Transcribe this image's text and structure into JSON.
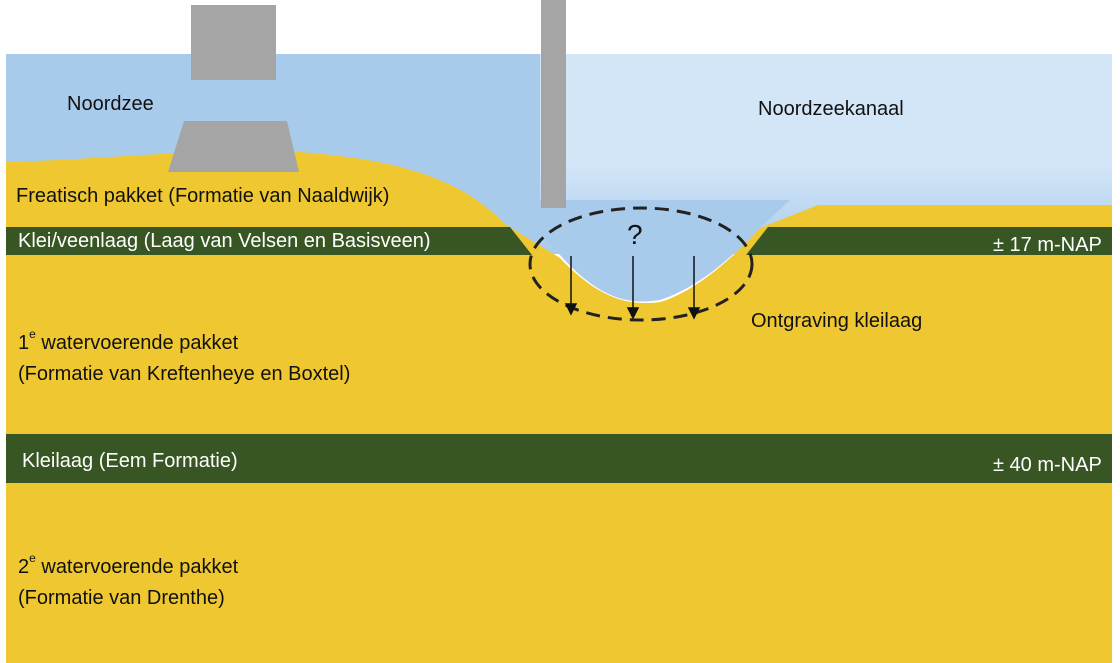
{
  "labels": {
    "noordzee": "Noordzee",
    "noordzeekanaal": "Noordzeekanaal",
    "freatisch_pakket": "Freatisch pakket (Formatie van Naaldwijk)",
    "klei_veenlaag": "Klei/veenlaag (Laag van Velsen en Basisveen)",
    "depth_top": "± 17 m-NAP",
    "question_mark": "?",
    "ontgraving": "Ontgraving  kleilaag",
    "aquifer1_number": "1",
    "aquifer1_sup": "e",
    "aquifer1_title": " watervoerende pakket",
    "aquifer1_formation": "(Formatie van Kreftenheye en Boxtel)",
    "kleilaag_eem": "Kleilaag (Eem Formatie)",
    "depth_bottom": "± 40 m-NAP",
    "aquifer2_number": "2",
    "aquifer2_sup": "e",
    "aquifer2_title": " watervoerende pakket",
    "aquifer2_formation": "(Formatie van Drenthe)"
  },
  "colors": {
    "sand": "#efc831",
    "clay": "#375623",
    "sea_water": "#a9cbeb",
    "canal_water_top": "#d3e6f8",
    "canal_water_bottom": "#a9cbeb",
    "structure": "#a5a5a5",
    "text": "#111111",
    "text_on_clay": "#ffffff"
  }
}
